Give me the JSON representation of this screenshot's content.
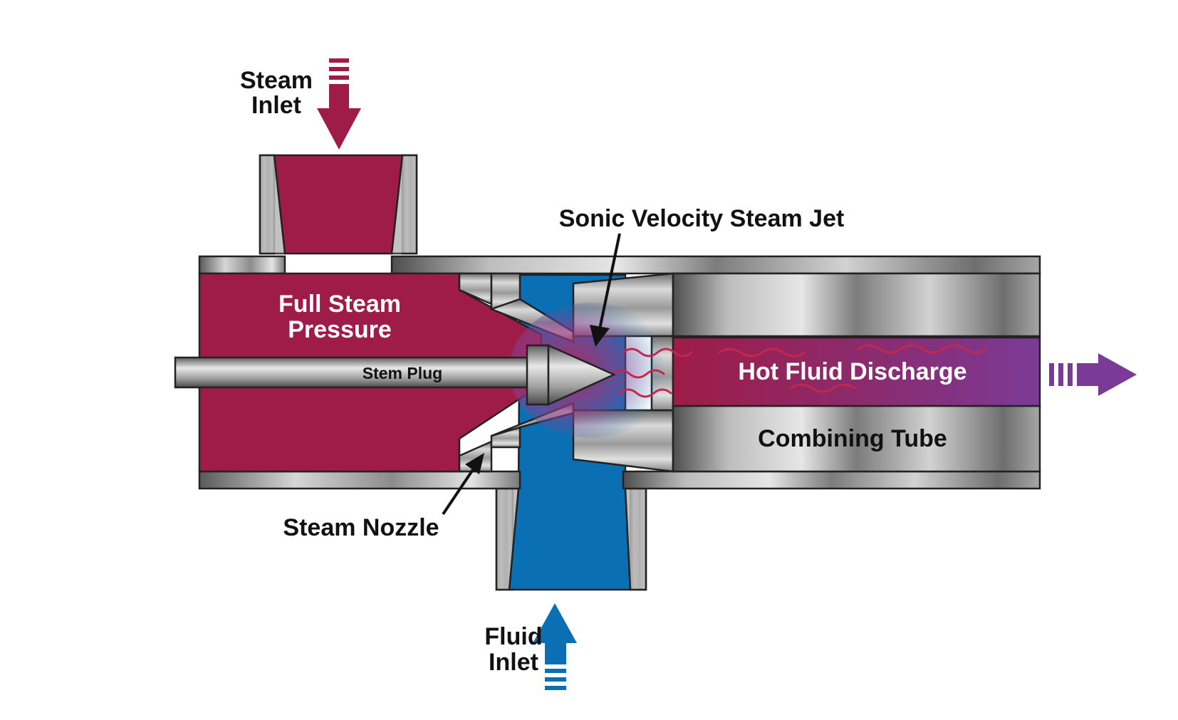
{
  "labels": {
    "steam_inlet_line1": "Steam",
    "steam_inlet_line2": "Inlet",
    "full_steam_line1": "Full Steam",
    "full_steam_line2": "Pressure",
    "stem_plug": "Stem Plug",
    "sonic_jet": "Sonic Velocity Steam Jet",
    "hot_fluid": "Hot Fluid Discharge",
    "combining_tube": "Combining Tube",
    "steam_nozzle": "Steam Nozzle",
    "fluid_inlet_line1": "Fluid",
    "fluid_inlet_line2": "Inlet"
  },
  "colors": {
    "steam": "#9e1c47",
    "fluid": "#0b6fb4",
    "discharge": "#7b3a96",
    "metal_light": "#d8d8d8",
    "metal_mid": "#a8a8a8",
    "metal_dark": "#5a5a5a",
    "outline": "#222222",
    "label_dark": "#111111",
    "label_light": "#ffffff"
  }
}
